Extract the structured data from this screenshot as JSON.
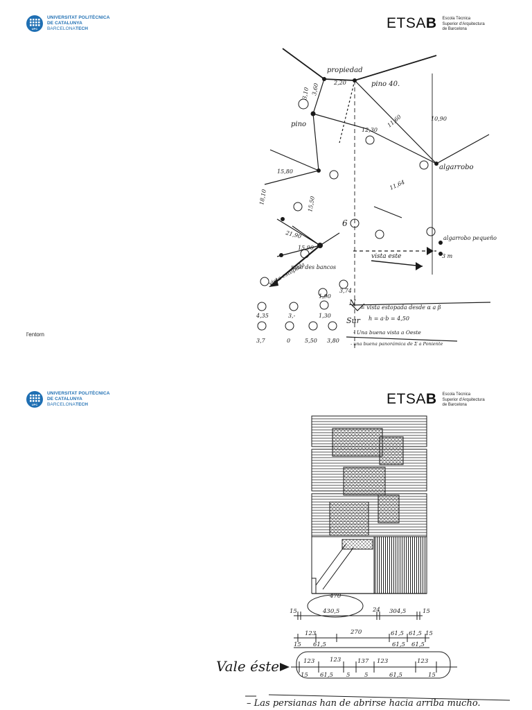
{
  "slides": [
    {
      "header": {
        "upc": {
          "line1": "UNIVERSITAT POLITÈCNICA",
          "line2": "DE CATALUNYA",
          "line3a": "BARCELONA",
          "line3b": "TECH",
          "badge": "UPC"
        },
        "etsab": {
          "mark_a": "ETSA",
          "mark_b": "B",
          "sub1": "Escola Tècnica",
          "sub2": "Superior d'Arquitectura",
          "sub3": "de Barcelona"
        }
      },
      "caption": "l'entorn",
      "sketch": {
        "labels": {
          "propiedad": "propiedad",
          "pino": "pino",
          "pino40": "pino 40.",
          "garrofo": "algarrobo",
          "garrofo_peq": "algarrobo pequeño",
          "pinos_bancos": "pino des bancos",
          "vista_est": "vista este",
          "vista_estopada": "vista estopada",
          "norte": "N",
          "sur": "Sur",
          "vista_line": "= vista estopada desde α a β",
          "formula": "h = a·b = 4,50",
          "buena_oeste": "- Una buena vista a Oeste",
          "buena_pan": "- una buena panorámica de Σ a Poniente",
          "d1": "2,20",
          "d2": "10,90",
          "d3": "11,60",
          "d4": "12,30",
          "d5": "11,64",
          "d6": "15,80",
          "d7": "18,10",
          "d8": "15,50",
          "d9": "21,90",
          "d10": "15,90",
          "d11": "3,10",
          "d12": "3,60",
          "d13": "3,74",
          "d14": "1,90",
          "d15": "1,30",
          "d16": "4,35",
          "d17": "3,-",
          "d18": "3,7",
          "d19": "0",
          "d20": "5,50",
          "d21": "3,80",
          "d22": "3 m",
          "d23": "6"
        }
      }
    },
    {
      "header": {
        "upc": {
          "line1": "UNIVERSITAT POLITÈCNICA",
          "line2": "DE CATALUNYA",
          "line3a": "BARCELONA",
          "line3b": "TECH",
          "badge": "UPC"
        },
        "etsab": {
          "mark_a": "ETSA",
          "mark_b": "B",
          "sub1": "Escola Tècnica",
          "sub2": "Superior d'Arquitectura",
          "sub3": "de Barcelona"
        }
      },
      "sketch": {
        "labels": {
          "total": "470",
          "r1a": "15",
          "r1b": "430,5",
          "r1c": "24",
          "r1d": "304,5",
          "r1e": "15",
          "r2a": "123",
          "r2b": "270",
          "r2c": "61,5",
          "r2d": "61,5",
          "r2e": "15",
          "r3a": "15",
          "r3b": "61,5",
          "r3c": "61,5",
          "r3d": "61,5",
          "r4a": "123",
          "r4b": "123",
          "r4c": "137",
          "r4d": "123",
          "r4e": "123",
          "r5a": "15",
          "r5b": "61,5",
          "r5c": "5",
          "r5d": "5",
          "r5e": "61,5",
          "r5f": "15",
          "vale": "Vale éste",
          "note": "– Las persianas han de abrirse hacia arriba mucho."
        }
      }
    }
  ]
}
